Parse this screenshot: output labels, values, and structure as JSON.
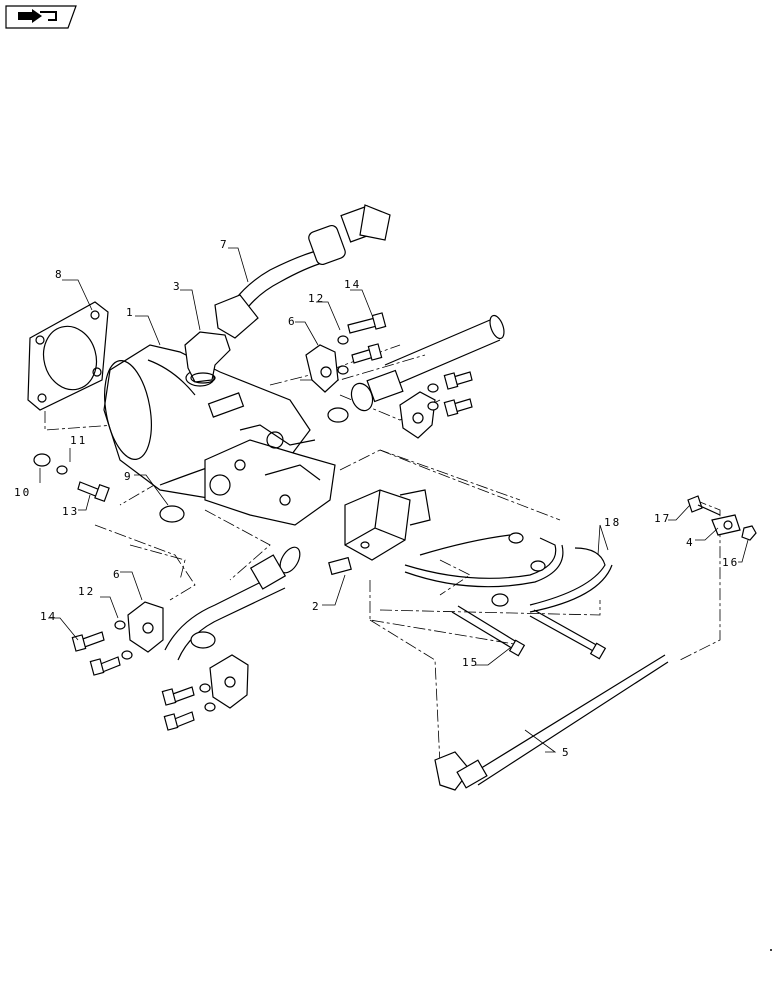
{
  "nav_icon": "back-arrow-icon",
  "callouts": {
    "c1": "1",
    "c2": "2",
    "c3": "3",
    "c4": "4",
    "c5": "5",
    "c6a": "6",
    "c6b": "6",
    "c7": "7",
    "c8": "8",
    "c9": "9",
    "c10": "10",
    "c11": "11",
    "c12a": "12",
    "c12b": "12",
    "c13": "13",
    "c14a": "14",
    "c14b": "14",
    "c15": "15",
    "c16": "16",
    "c17": "17",
    "c18": "18"
  }
}
